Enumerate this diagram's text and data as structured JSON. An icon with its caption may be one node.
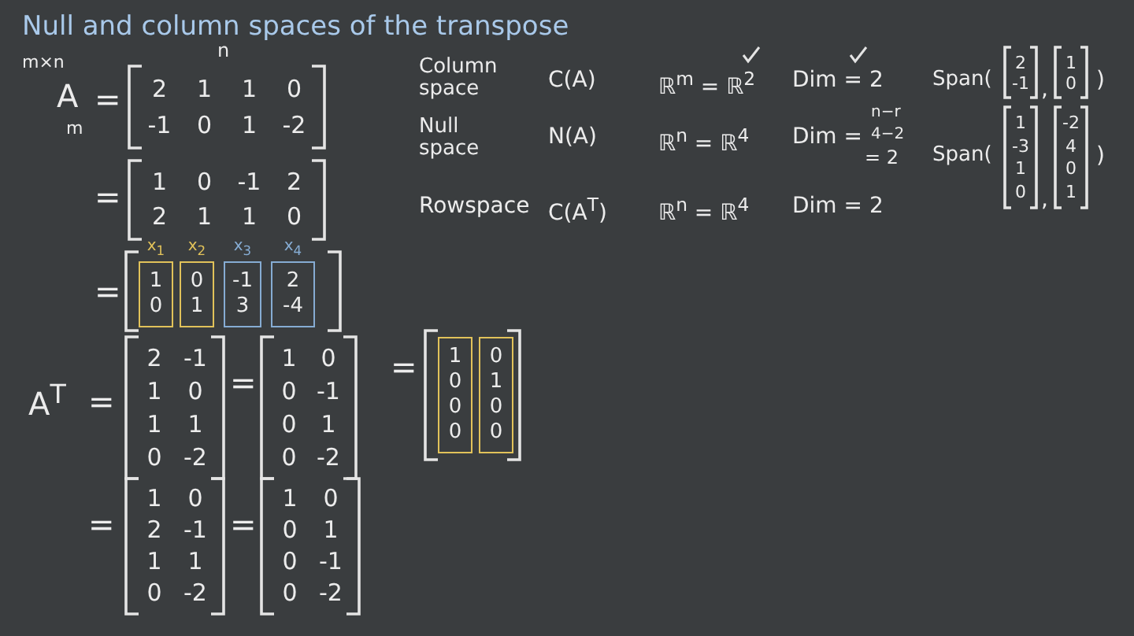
{
  "diagram": {
    "title": "Null and column spaces of the transpose",
    "nodes": [
      {
        "text": [
          "x$_{1}$",
          "1 0"
        ]
      },
      {
        "text": [
          "x$_{2}$",
          "0 1"
        ]
      },
      {
        "text": [
          "x$_{3}$",
          "-1 3"
        ]
      },
      {
        "text": [
          "x$_{4}$",
          "2 -4"
        ]
      },
      {
        "text": [
          "1 0 0 0"
        ]
      },
      {
        "text": [
          "0 1 0 0"
        ]
      }
    ],
    "labels": [
      "m×n",
      "n",
      "A",
      "=",
      "m",
      "2",
      "1",
      "1",
      "0",
      "-1",
      "0",
      "1",
      "-2",
      "=",
      "1",
      "0",
      "-1",
      "2",
      "2",
      "1",
      "1",
      "0",
      "=",
      "A$^{T}$",
      "=",
      "2",
      "-1",
      "1",
      "0",
      "1",
      "1",
      "0",
      "-2",
      "=",
      "1",
      "0",
      "0",
      "-1",
      "0",
      "1",
      "0",
      "-2",
      "=",
      "=",
      "1",
      "0",
      "2",
      "-1",
      "1",
      "1",
      "0",
      "-2",
      "=",
      "1",
      "0",
      "0",
      "1",
      "0",
      "-1",
      "0",
      "-2",
      "Column space",
      "C(A)",
      "ℝ$^{m}$ = ℝ$^{2}$",
      "Dim = 2",
      "Span(",
      "2",
      "-1",
      ",",
      "1",
      "0",
      ")",
      "Null space",
      "N(A)",
      "ℝ$^{n}$ = ℝ$^{4}$",
      "Dim =",
      "n−r",
      "4−2",
      "= 2",
      "Span(",
      "1",
      "-3",
      "1",
      "0",
      ",",
      "-2",
      "4",
      "0",
      "1",
      ")",
      "Rowspace",
      "C(A$^{T}$)",
      "ℝ$^{n}$ = ℝ$^{4}$",
      "Dim = 2"
    ]
  }
}
